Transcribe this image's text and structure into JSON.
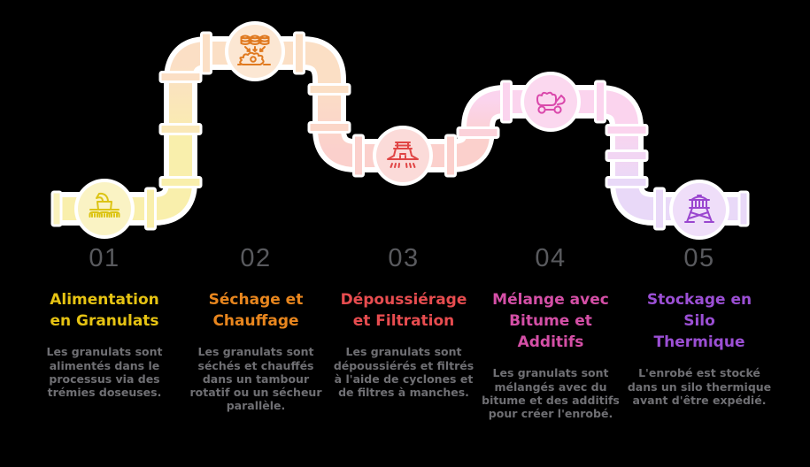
{
  "figure": {
    "background_color": "#000000",
    "pipe_outline_color": "#ffffff",
    "number_color": "#595a5e",
    "description_color": "#6f6f73"
  },
  "steps": [
    {
      "number": "01",
      "title_lines": [
        "Alimentation",
        "en Granulats"
      ],
      "title": "Alimentation en Granulats",
      "description": "Les granulats sont alimentés dans le processus via des trémies doseuses.",
      "accent": "#e6c313",
      "pipe_color": "#f9efac",
      "circle_fill": "#faf3c4",
      "icon_color": "#dcc414",
      "icon": "aggregate-feed-hopper-icon"
    },
    {
      "number": "02",
      "title_lines": [
        "Séchage et",
        "Chauffage"
      ],
      "title": "Séchage et Chauffage",
      "description": "Les granulats sont séchés et chauffés dans un tambour rotatif ou un sécheur parallèle.",
      "accent": "#e8861e",
      "pipe_color": "#fbdfc5",
      "circle_fill": "#fce7d3",
      "icon_color": "#e0791f",
      "icon": "drying-heating-icon"
    },
    {
      "number": "03",
      "title_lines": [
        "Dépoussiérage",
        "et Filtration"
      ],
      "title": "Dépoussiérage et Filtration",
      "description": "Les granulats sont dépoussiérés et filtrés à l'aide de cyclones et de filtres à manches.",
      "accent": "#e64c4f",
      "pipe_color": "#fbd0cc",
      "circle_fill": "#fbdbd9",
      "icon_color": "#e04545",
      "icon": "dust-filter-icon"
    },
    {
      "number": "04",
      "title_lines": [
        "Mélange avec",
        "Bitume et",
        "Additifs"
      ],
      "title": "Mélange avec Bitume et Additifs",
      "description": "Les granulats sont mélangés avec du bitume et des additifs pour créer l'enrobé.",
      "accent": "#d44fa6",
      "pipe_color": "#fbd4ee",
      "circle_fill": "#fbd8ef",
      "icon_color": "#da48ab",
      "icon": "mixer-buggy-icon"
    },
    {
      "number": "05",
      "title_lines": [
        "Stockage en",
        "Silo",
        "Thermique"
      ],
      "title": "Stockage en Silo Thermique",
      "description": "L'enrobé est stocké dans un silo thermique avant d'être expédié.",
      "accent": "#9b4fd4",
      "pipe_color": "#e9d9f8",
      "circle_fill": "#efdef9",
      "icon_color": "#9a46cf",
      "icon": "thermal-silo-icon"
    }
  ]
}
